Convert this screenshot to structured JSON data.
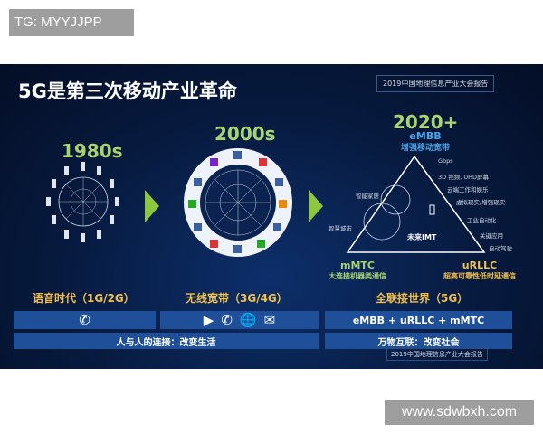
{
  "overlay_label": "TG: MYYJJPP",
  "watermark": "www.sdwbxh.com",
  "slide": {
    "title": "5G是第三次移动产业革命",
    "source": "2019中国地理信息产业大会报告",
    "eras": [
      "1980s",
      "2000s",
      "2020+"
    ],
    "embb": {
      "name": "eMBB",
      "desc": "增强移动宽带"
    },
    "mmtc": {
      "name": "mMTC",
      "desc": "大连接机器类通信"
    },
    "urllc": {
      "name": "uRLLC",
      "desc": "超高可靠性低时延通信"
    },
    "triangle_labels": {
      "gbps": "Gbps",
      "video": "3D 视频, UHD屏幕",
      "cloud": "云端工作和娱乐",
      "vr": "虚拟现实/增强现实",
      "home": "智能家居",
      "city": "智慧城市",
      "industry": "工业自动化",
      "critical": "关键应用",
      "driving": "自动驾驶",
      "center": "未来IMT"
    },
    "generations": [
      "语音时代（1G/2G）",
      "无线宽带（3G/4G）",
      "全联接世界（5G）"
    ],
    "bar_5g": "eMBB + uRLLC + mMTC",
    "bottom_left": "人与人的连接：改变生活",
    "bottom_right": "万物互联：改变社会",
    "footer": "2019中国地理信息产业大会报告",
    "icons": [
      "phone-icon",
      "play-icon",
      "phone-icon",
      "globe-search-icon",
      "mail-icon"
    ],
    "colors": {
      "accent_green": "#a8d46f",
      "accent_gold": "#f2c04a",
      "accent_blue": "#4aa3e8",
      "bar": "#1f4f99"
    }
  }
}
